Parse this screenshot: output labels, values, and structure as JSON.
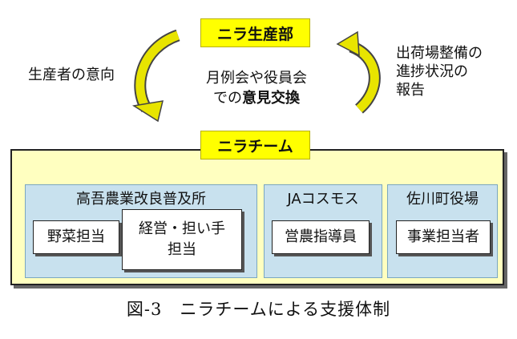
{
  "top_box": "ニラ生産部",
  "team_box": "ニラチーム",
  "left_text": "生産者の意向",
  "center_text": {
    "line1": "月例会や役員会",
    "line2_prefix": "での",
    "line2_bold": "意見交換"
  },
  "right_text": {
    "line1": "出荷場整備の",
    "line2": "進捗状況の",
    "line3": "報告"
  },
  "orgs": [
    {
      "title": "高吾農業改良普及所",
      "items": [
        "野菜担当",
        "経営・担い手",
        "担当"
      ]
    },
    {
      "title": "JAコスモス",
      "items": [
        "営農指導員"
      ]
    },
    {
      "title": "佐川町役場",
      "items": [
        "事業担当者"
      ]
    }
  ],
  "caption": "図-3　ニラチームによる支援体制",
  "colors": {
    "yellow": "#ffff00",
    "panel": "#ffffc0",
    "org": "#c8e1ee",
    "arrow": "#e8e400"
  }
}
